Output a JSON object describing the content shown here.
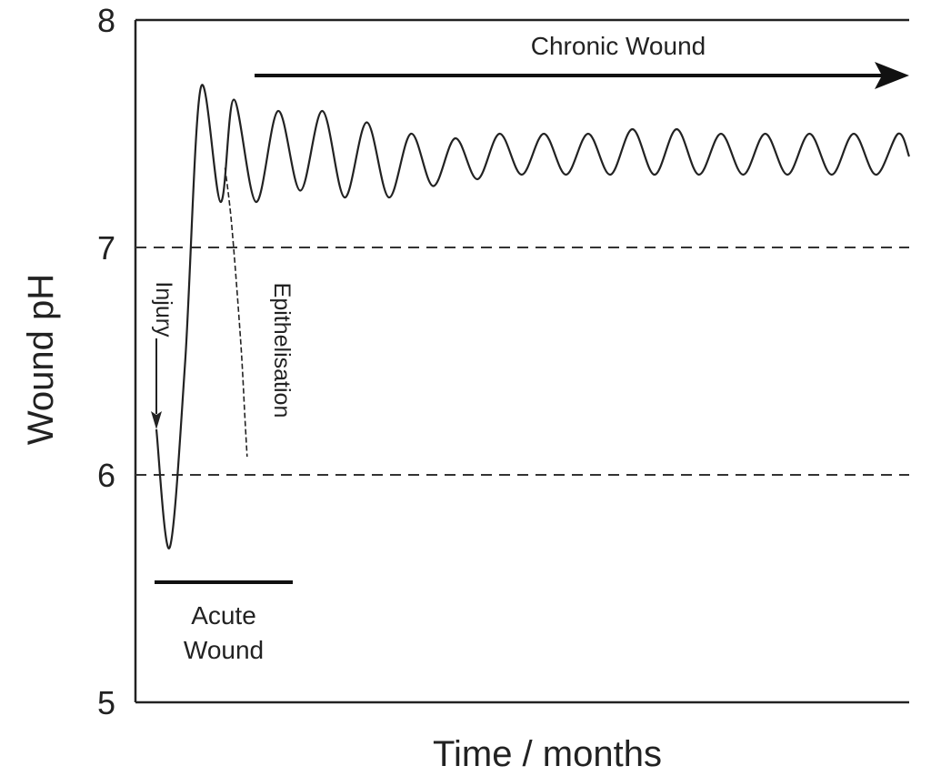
{
  "chart_data": {
    "type": "line",
    "xlabel": "Time / months",
    "ylabel": "Wound pH",
    "ylim": [
      5,
      8
    ],
    "yticks": [
      "5",
      "6",
      "7",
      "8"
    ],
    "reference_lines": [
      6,
      7
    ],
    "grid": false,
    "series": [
      {
        "x": [
          0,
          0.3,
          0.65,
          1.0,
          1.45,
          1.75,
          2.25,
          2.75,
          3.25,
          3.75,
          4.25,
          4.75,
          5.25,
          5.75,
          6.25,
          6.75,
          7.25,
          7.75,
          8.25,
          8.75,
          9.25,
          9.75,
          10.25,
          10.75,
          11.25,
          11.75,
          12.25,
          12.75,
          13.25,
          13.75,
          14.25,
          14.75,
          15.25,
          15.75,
          16.25,
          16.75,
          17.0
        ],
        "values": [
          6.2,
          5.68,
          6.5,
          7.7,
          7.2,
          7.65,
          7.2,
          7.6,
          7.25,
          7.6,
          7.22,
          7.55,
          7.22,
          7.5,
          7.27,
          7.48,
          7.3,
          7.5,
          7.32,
          7.5,
          7.32,
          7.5,
          7.32,
          7.52,
          7.32,
          7.52,
          7.32,
          7.5,
          7.32,
          7.5,
          7.32,
          7.5,
          7.32,
          7.5,
          7.32,
          7.5,
          7.4
        ]
      },
      {
        "x": [
          1.55,
          1.7,
          1.9,
          2.0,
          2.05
        ],
        "values": [
          7.35,
          7.1,
          6.6,
          6.25,
          6.08
        ]
      }
    ],
    "annotations": {
      "chronic": "Chronic Wound",
      "injury": "Injury",
      "epithelisation": "Epithelisation",
      "acute_line1": "Acute",
      "acute_line2": "Wound"
    }
  }
}
